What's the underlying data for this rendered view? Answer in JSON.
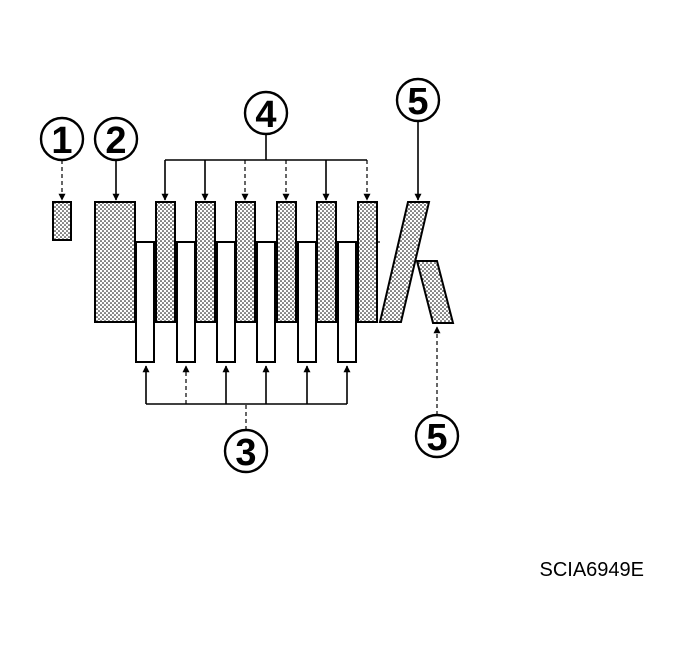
{
  "callouts": {
    "c1": "1",
    "c2": "2",
    "c3": "3",
    "c4": "4",
    "c5_top": "5",
    "c5_bottom": "5"
  },
  "figure_code": "SCIA6949E",
  "colors": {
    "ink": "#000000",
    "background": "#ffffff"
  }
}
